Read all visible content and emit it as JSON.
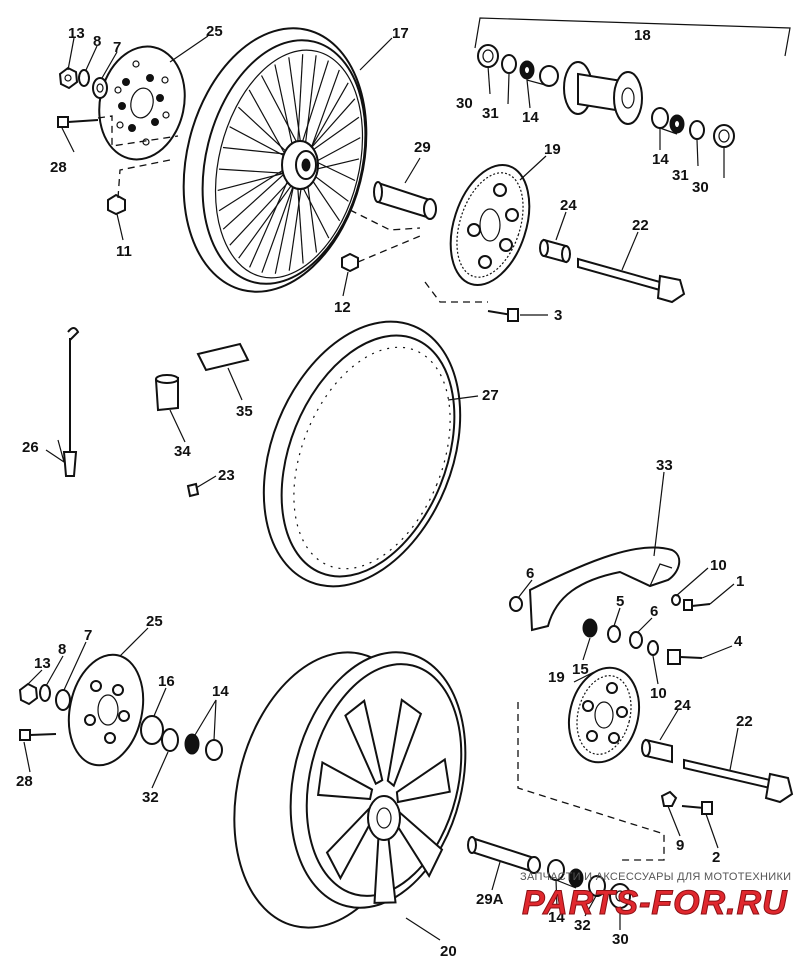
{
  "callouts": [
    {
      "id": "c13a",
      "text": "13"
    },
    {
      "id": "c8a",
      "text": "8"
    },
    {
      "id": "c7a",
      "text": "7"
    },
    {
      "id": "c25a",
      "text": "25"
    },
    {
      "id": "c17",
      "text": "17"
    },
    {
      "id": "c18",
      "text": "18"
    },
    {
      "id": "c28a",
      "text": "28"
    },
    {
      "id": "c11",
      "text": "11"
    },
    {
      "id": "c30a",
      "text": "30"
    },
    {
      "id": "c31a",
      "text": "31"
    },
    {
      "id": "c14a",
      "text": "14"
    },
    {
      "id": "c14b",
      "text": "14"
    },
    {
      "id": "c31b",
      "text": "31"
    },
    {
      "id": "c30b",
      "text": "30"
    },
    {
      "id": "c29",
      "text": "29"
    },
    {
      "id": "c19a",
      "text": "19"
    },
    {
      "id": "c24a",
      "text": "24"
    },
    {
      "id": "c22a",
      "text": "22"
    },
    {
      "id": "c12",
      "text": "12"
    },
    {
      "id": "c3",
      "text": "3"
    },
    {
      "id": "c26",
      "text": "26"
    },
    {
      "id": "c34",
      "text": "34"
    },
    {
      "id": "c35",
      "text": "35"
    },
    {
      "id": "c27",
      "text": "27"
    },
    {
      "id": "c23",
      "text": "23"
    },
    {
      "id": "c33",
      "text": "33"
    },
    {
      "id": "c6a",
      "text": "6"
    },
    {
      "id": "c10a",
      "text": "10"
    },
    {
      "id": "c1",
      "text": "1"
    },
    {
      "id": "c5",
      "text": "5"
    },
    {
      "id": "c6b",
      "text": "6"
    },
    {
      "id": "c15",
      "text": "15"
    },
    {
      "id": "c4",
      "text": "4"
    },
    {
      "id": "c10b",
      "text": "10"
    },
    {
      "id": "c13b",
      "text": "13"
    },
    {
      "id": "c8b",
      "text": "8"
    },
    {
      "id": "c7b",
      "text": "7"
    },
    {
      "id": "c25b",
      "text": "25"
    },
    {
      "id": "c16",
      "text": "16"
    },
    {
      "id": "c14c",
      "text": "14"
    },
    {
      "id": "c28b",
      "text": "28"
    },
    {
      "id": "c32a",
      "text": "32"
    },
    {
      "id": "c19b",
      "text": "19"
    },
    {
      "id": "c24b",
      "text": "24"
    },
    {
      "id": "c22b",
      "text": "22"
    },
    {
      "id": "c9",
      "text": "9"
    },
    {
      "id": "c2",
      "text": "2"
    },
    {
      "id": "c29A",
      "text": "29A"
    },
    {
      "id": "c14d",
      "text": "14"
    },
    {
      "id": "c32b",
      "text": "32"
    },
    {
      "id": "c30c",
      "text": "30"
    },
    {
      "id": "c20",
      "text": "20"
    }
  ],
  "watermark": {
    "caption": "ЗАПЧАСТИ И АКСЕССУАРЫ ДЛЯ МОТОТЕХНИКИ",
    "brand": "PARTS-FOR.RU",
    "brand_color": "#e0282e"
  }
}
